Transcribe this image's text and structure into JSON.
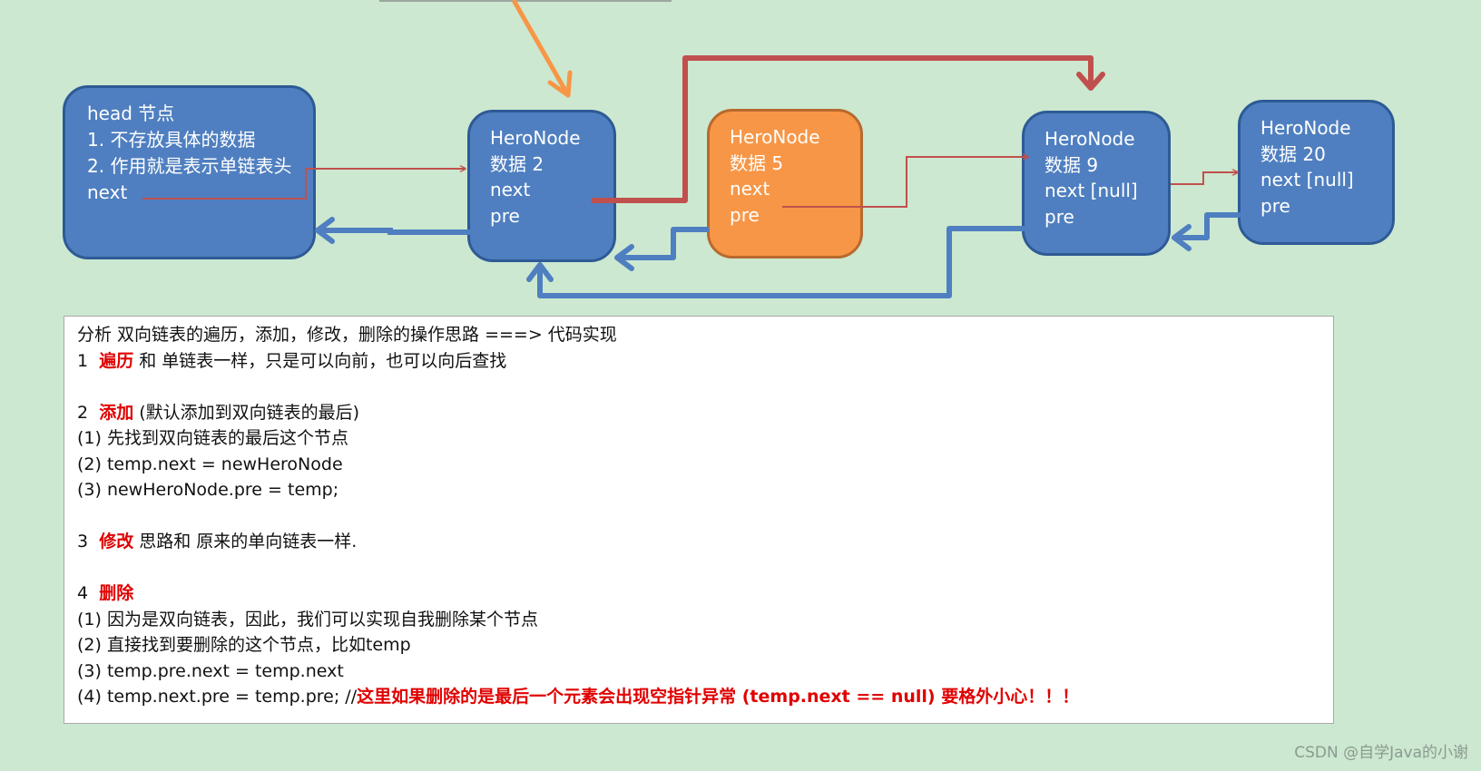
{
  "nodes": {
    "head": [
      "head 节点",
      "1. 不存放具体的数据",
      "2. 作用就是表示单链表头",
      "next"
    ],
    "n2": [
      "HeroNode",
      "数据 2",
      "next",
      "pre"
    ],
    "n5": [
      "HeroNode",
      "数据 5",
      "next",
      "pre"
    ],
    "n9": [
      "HeroNode",
      "数据 9",
      "next [null]",
      "pre"
    ],
    "n20": [
      "HeroNode",
      "数据 20",
      "next [null]",
      "pre"
    ]
  },
  "colors": {
    "blue_node": "#4f7fc0",
    "orange_node": "#f79646",
    "red_arrow": "#c0504d",
    "blue_arrow": "#4f7fc0",
    "orange_arrow": "#f79646",
    "emphasis": "#e00000"
  },
  "notes": {
    "title": "分析 双向链表的遍历，添加，修改，删除的操作思路 ===> 代码实现",
    "s1": {
      "num": "1",
      "kw": "遍历",
      "rest": " 和 单链表一样，只是可以向前，也可以向后查找"
    },
    "s2": {
      "num": "2",
      "kw": "添加",
      "rest": " (默认添加到双向链表的最后)",
      "items": [
        "(1) 先找到双向链表的最后这个节点",
        "(2) temp.next = newHeroNode",
        "(3) newHeroNode.pre = temp;"
      ]
    },
    "s3": {
      "num": "3",
      "kw": "修改",
      "rest": " 思路和 原来的单向链表一样."
    },
    "s4": {
      "num": "4",
      "kw": "删除",
      "items": [
        "(1) 因为是双向链表，因此，我们可以实现自我删除某个节点",
        "(2) 直接找到要删除的这个节点，比如temp",
        "(3)  temp.pre.next = temp.next"
      ],
      "last_prefix": "(4) temp.next.pre = temp.pre; //",
      "last_warning": "这里如果删除的是最后一个元素会出现空指针异常 (temp.next == null) 要格外小心！！！"
    }
  },
  "watermark": "CSDN @自学Java的小谢"
}
